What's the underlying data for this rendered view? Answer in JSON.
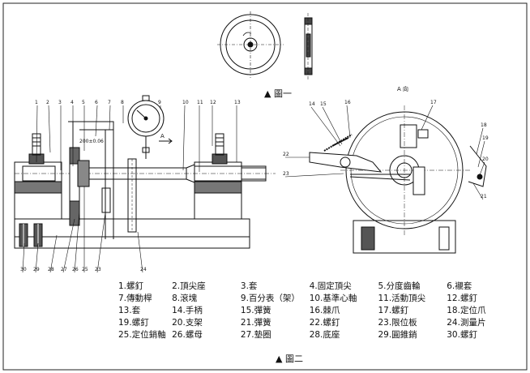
{
  "figure1_caption": "▲ 圖一",
  "figure2_caption": "▲ 圖二",
  "view_label": "A 向",
  "section_mark": "A",
  "dim_text": "200±0.06",
  "callouts_top": [
    "1",
    "2",
    "3",
    "4",
    "5",
    "6",
    "7",
    "8",
    "9",
    "10",
    "11",
    "12",
    "13"
  ],
  "callouts_bottom": [
    "30",
    "29",
    "28",
    "27",
    "26",
    "25",
    "24",
    "23"
  ],
  "callouts_right": [
    "14",
    "15",
    "16",
    "17",
    "18",
    "19",
    "20",
    "21",
    "22",
    "23"
  ],
  "legend": [
    [
      "1.螺釘",
      "2.頂尖座",
      "3.套",
      "4.固定頂尖",
      "5.分度齒輪",
      "6.襯套"
    ],
    [
      "7.傳動桿",
      "8.滾塊",
      "9.百分表（架）",
      "10.基準心軸",
      "11.活動頂尖",
      "12.螺釘"
    ],
    [
      "13.套",
      "14.手柄",
      "15.彈簧",
      "16.棘爪",
      "17.螺釘",
      "18.定位爪"
    ],
    [
      "19.螺釘",
      "20.支架",
      "21.彈簧",
      "22.螺釘",
      "23.限位板",
      "24.測量片"
    ],
    [
      "25.定位銷軸",
      "26.螺母",
      "27.墊圈",
      "28.底座",
      "29.圓錐銷",
      "30.螺釘"
    ]
  ]
}
